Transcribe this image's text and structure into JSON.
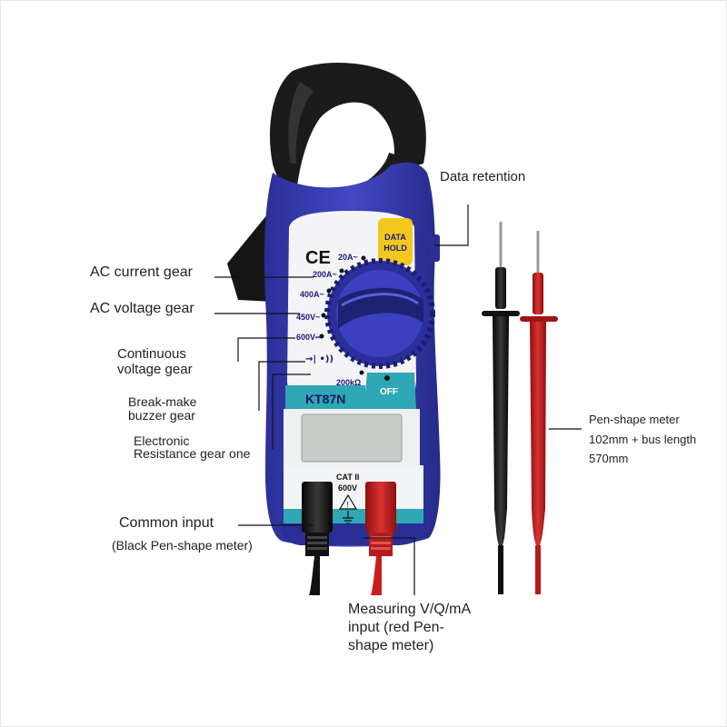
{
  "device": {
    "model": "KT87N",
    "ce_mark": "CE",
    "hold_button_text": [
      "DATA",
      "HOLD"
    ],
    "dial_positions": [
      "20A~",
      "200A~",
      "400A~",
      "450V~",
      "600V⎓",
      "200kΩ"
    ],
    "diode_symbol": "→▸| •))",
    "off_label": "OFF",
    "category_text": [
      "CAT II",
      "600V"
    ],
    "colors": {
      "body_blue": "#3a3fb8",
      "body_dark": "#23287a",
      "clamp_black": "#1b1b1b",
      "hold_yellow": "#f2c81f",
      "teal_band": "#2fa7b4",
      "lcd_gray": "#c9ccc9",
      "probe_red": "#c81e1e",
      "probe_black": "#151515"
    }
  },
  "annotations": {
    "data_retention": "Data retention",
    "ac_current_gear": "AC current gear",
    "ac_voltage_gear": "AC voltage gear",
    "continuous_voltage_gear": [
      "Continuous",
      "voltage gear"
    ],
    "break_make_buzzer_gear": [
      "Break-make",
      "buzzer gear"
    ],
    "electronic_resistance_gear": [
      "Electronic",
      "Resistance gear one"
    ],
    "common_input": "Common input",
    "common_input_sub": "(Black Pen-shape meter)",
    "measuring_input": [
      "Measuring V/Q/mA",
      "input (red Pen-",
      "shape meter)"
    ],
    "pen_shape_meter": [
      "Pen-shape meter",
      "102mm + bus length",
      "570mm"
    ]
  }
}
